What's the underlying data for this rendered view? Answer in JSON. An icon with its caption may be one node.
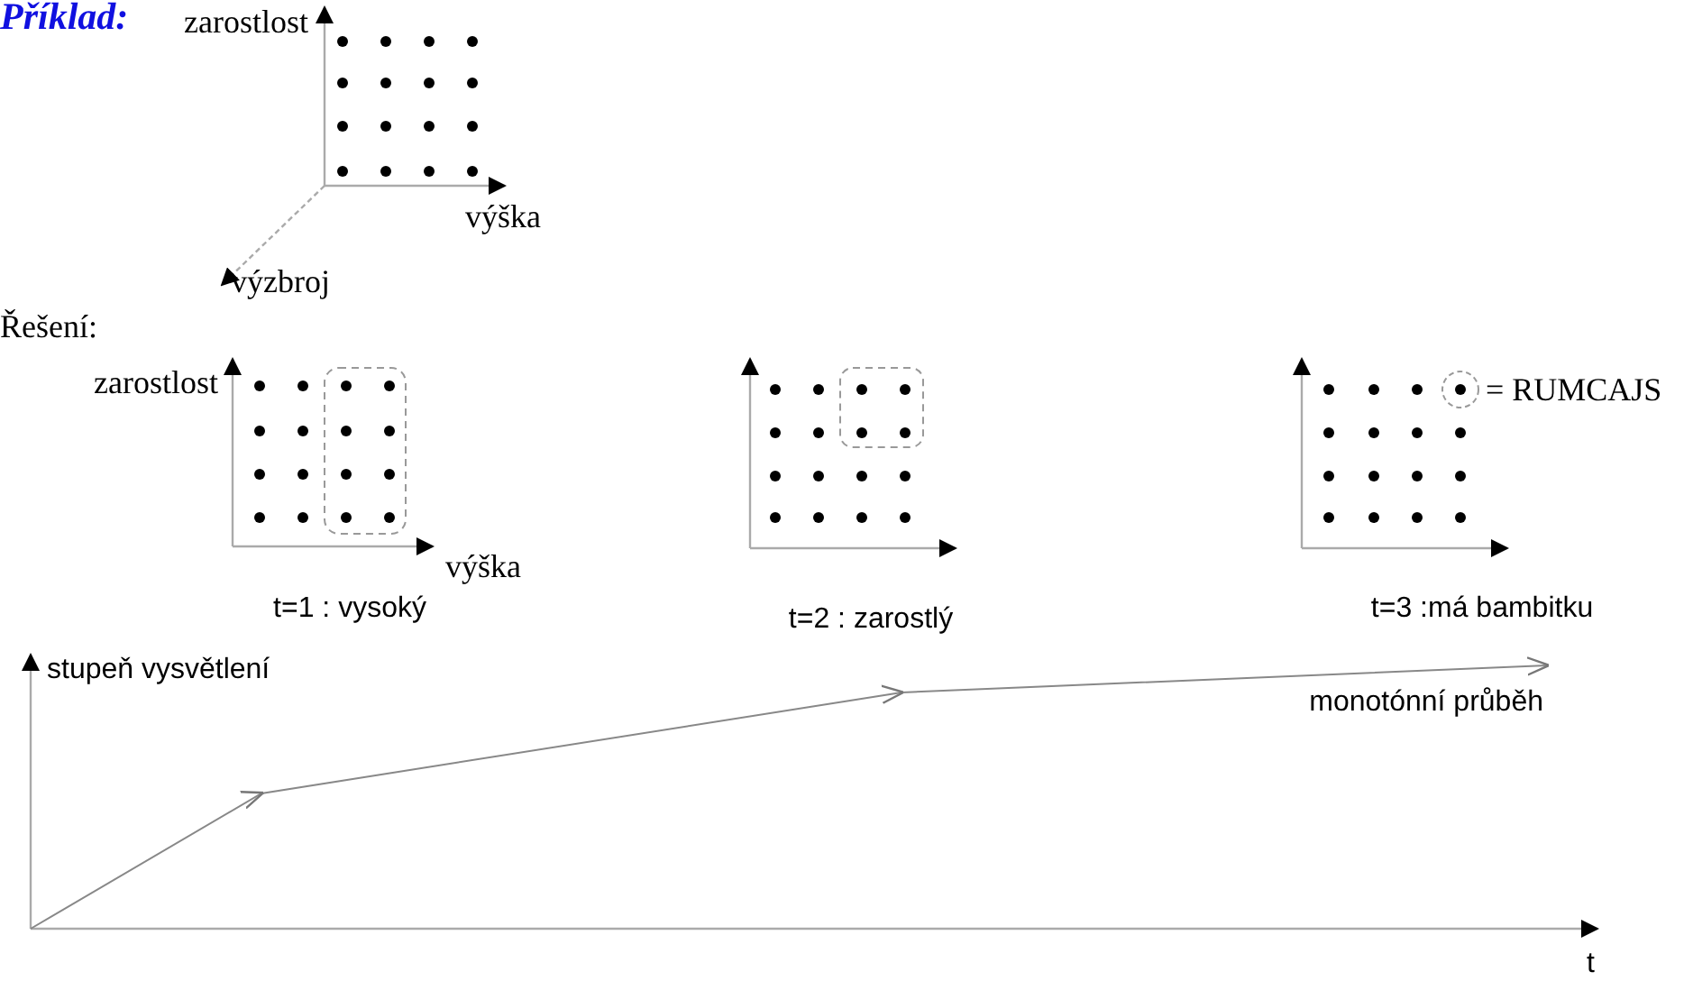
{
  "diagram": {
    "title": "Příklad:",
    "labels": [
      "zarostlost",
      "výška",
      "výzbroj",
      "Řešení:",
      "zarostlost",
      "= RUMCAJS",
      "výška",
      "t=1 : vysoký",
      "t=2 : zarostlý",
      "t=3 :má bambitku",
      "stupeň vysvětlení",
      "monotónní průběh",
      "t"
    ]
  }
}
